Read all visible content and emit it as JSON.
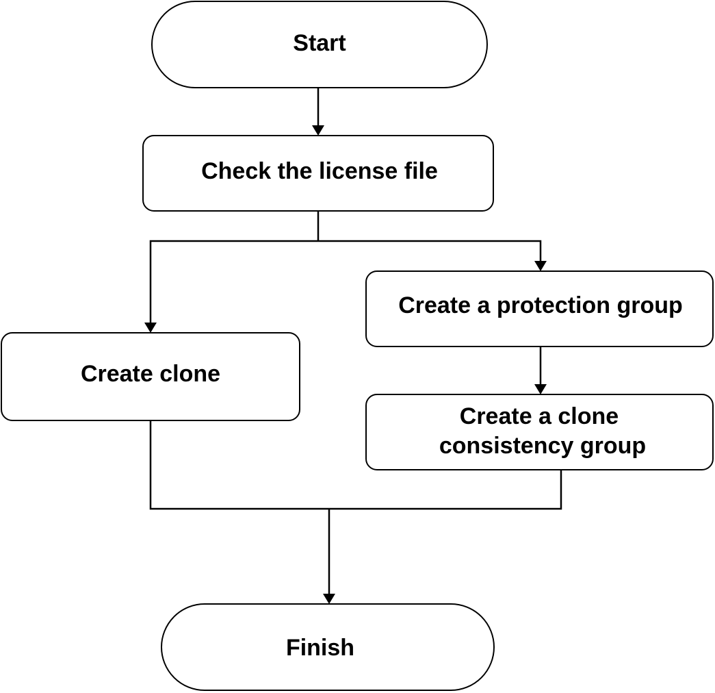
{
  "nodes": {
    "start": {
      "label": "Start"
    },
    "check_license": {
      "label": "Check the license file"
    },
    "create_clone": {
      "label": "Create clone"
    },
    "create_protection_group": {
      "label": "Create a protection group"
    },
    "create_clone_consistency_group": {
      "label_line1": "Create a clone",
      "label_line2": "consistency group"
    },
    "finish": {
      "label": "Finish"
    }
  }
}
